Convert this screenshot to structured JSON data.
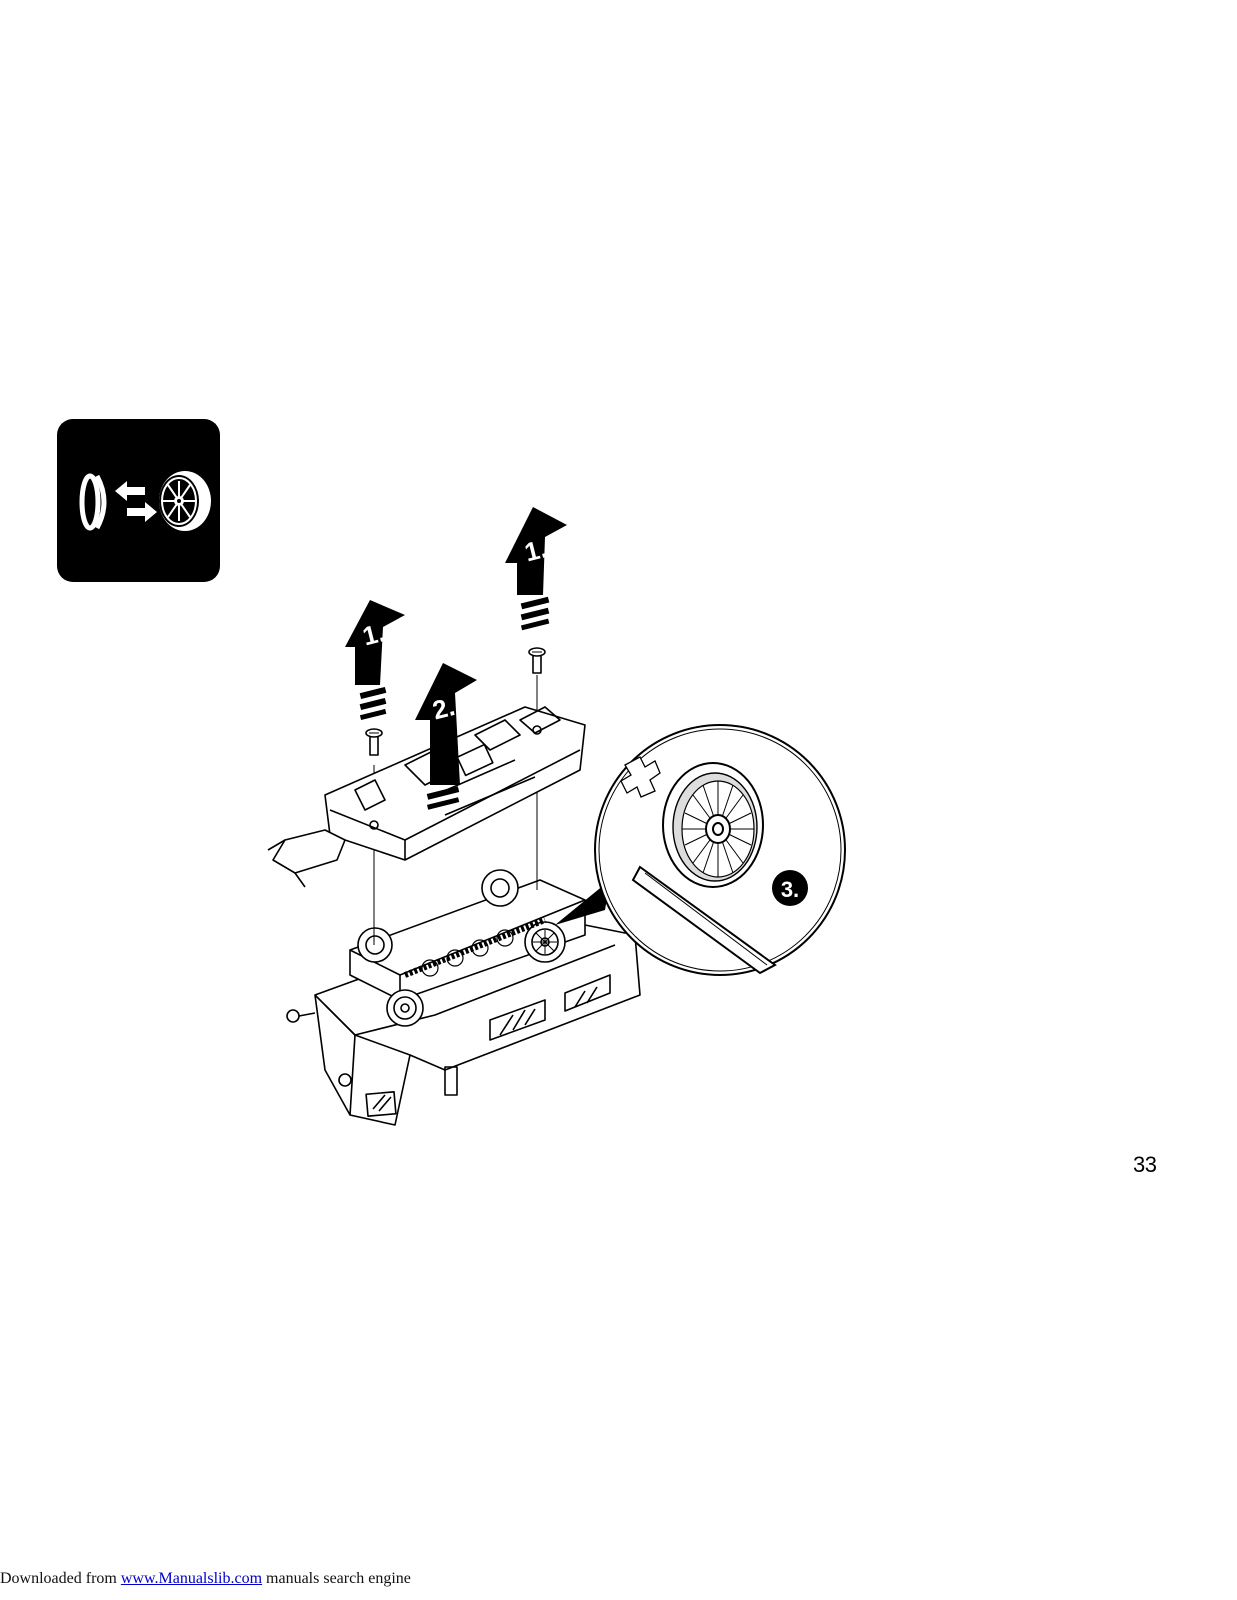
{
  "badge": {
    "icon": "tire-change-icon"
  },
  "illustration": {
    "steps": {
      "step1_label": "1.",
      "step2_label": "2.",
      "step3_label": "3."
    }
  },
  "page_number": "33",
  "footer": {
    "prefix": "Downloaded from ",
    "link_text": "www.Manualslib.com",
    "suffix": " manuals search engine",
    "link_color": "#0000cc"
  }
}
